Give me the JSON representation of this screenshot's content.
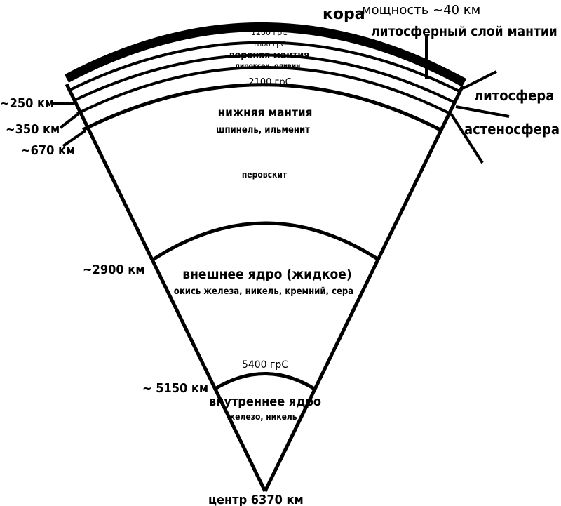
{
  "labels": {
    "crust": "кора",
    "thickness": "мощность ~40 км",
    "lithospheric_mantle": "литосферный слой мантии",
    "t1200": "1200 грС",
    "t1800": "1800 грС",
    "upper_mantle": "верхняя мантия",
    "pyroxene": "пироксен, оливин",
    "t2100": "2100 грС",
    "lithosphere": "литосфера",
    "asthenosphere": "астеносфера",
    "d250": "~250 км",
    "d350": "~350 км",
    "d670": "~670 км",
    "lower_mantle": "нижняя мантия",
    "spinel": "шпинель, ильменит",
    "perovskite": "перовскит",
    "d2900": "~2900 км",
    "outer_core": "внешнее ядро (жидкое)",
    "outer_core_comp": "окись железа, никель, кремний, сера",
    "t5400": "5400 грС",
    "d5150": "~ 5150 км",
    "inner_core": "внутреннее ядро",
    "inner_core_comp": "железо, никель",
    "center": "центр 6370 км"
  },
  "colors": {
    "ink": "#000000",
    "paper": "#ffffff"
  }
}
